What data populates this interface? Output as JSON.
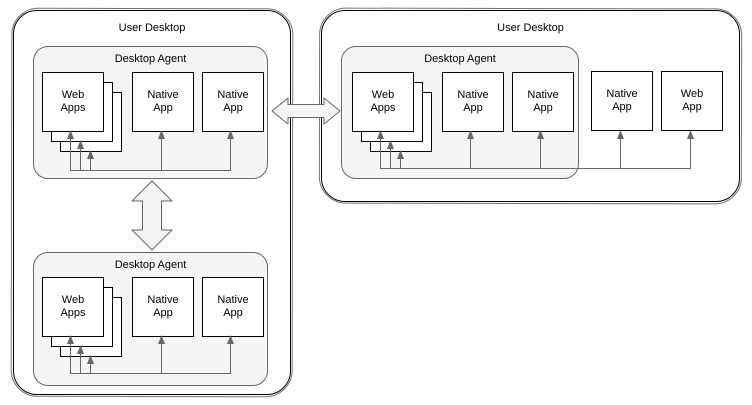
{
  "diagram": {
    "desktops": [
      {
        "title": "User Desktop",
        "agents": [
          {
            "title": "Desktop Agent",
            "apps": [
              {
                "label": "Web\nApps"
              },
              {
                "label": "Native\nApp"
              },
              {
                "label": "Native\nApp"
              }
            ]
          },
          {
            "title": "Desktop Agent",
            "apps": [
              {
                "label": "Web\nApps"
              },
              {
                "label": "Native\nApp"
              },
              {
                "label": "Native\nApp"
              }
            ]
          }
        ]
      },
      {
        "title": "User Desktop",
        "agents": [
          {
            "title": "Desktop Agent",
            "apps": [
              {
                "label": "Web\nApps"
              },
              {
                "label": "Native\nApp"
              },
              {
                "label": "Native\nApp"
              }
            ]
          }
        ],
        "standalone_apps": [
          {
            "label": "Native\nApp"
          },
          {
            "label": "Web\nApp"
          }
        ]
      }
    ],
    "colors": {
      "desktop_stroke": "#000000",
      "agent_fill": "#f5f5f5",
      "agent_stroke": "#666666",
      "app_box_fill": "#ffffff",
      "app_box_stroke": "#000000",
      "connector": "#666666",
      "double_arrow_fill": "#f5f5f5",
      "double_arrow_stroke": "#666666"
    }
  }
}
